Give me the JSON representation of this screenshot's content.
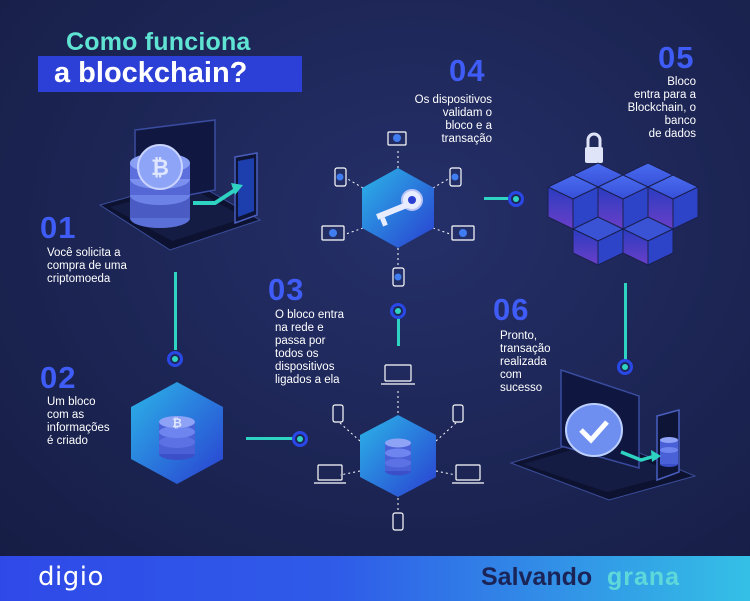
{
  "title": {
    "line1": "Como funciona",
    "line2": "a blockchain?"
  },
  "steps": [
    {
      "number": "01",
      "text": [
        "Você solicita a",
        "compra de uma",
        "criptomoeda"
      ]
    },
    {
      "number": "02",
      "text": [
        "Um bloco",
        "com as",
        "informações",
        "é criado"
      ]
    },
    {
      "number": "03",
      "text": [
        "O bloco entra",
        "na rede e",
        "passa por",
        "todos os",
        "dispositivos",
        "ligados a ela"
      ]
    },
    {
      "number": "04",
      "text": [
        "Os dispositivos",
        "validam o",
        "bloco e a",
        "transação"
      ]
    },
    {
      "number": "05",
      "text": [
        "Bloco",
        "entra para a",
        "Blockchain, o",
        "banco",
        "de dados"
      ]
    },
    {
      "number": "06",
      "text": [
        "Pronto,",
        "transação",
        "realizada",
        "com",
        "sucesso"
      ]
    }
  ],
  "footer": {
    "brand_left": "digio",
    "brand_right_a": "Salvando",
    "brand_right_b": "grana"
  },
  "colors": {
    "background": "#1b2452",
    "accent_teal": "#2fd3c2",
    "step_number": "#3f5cf6",
    "title_box": "#2c3fd6"
  }
}
